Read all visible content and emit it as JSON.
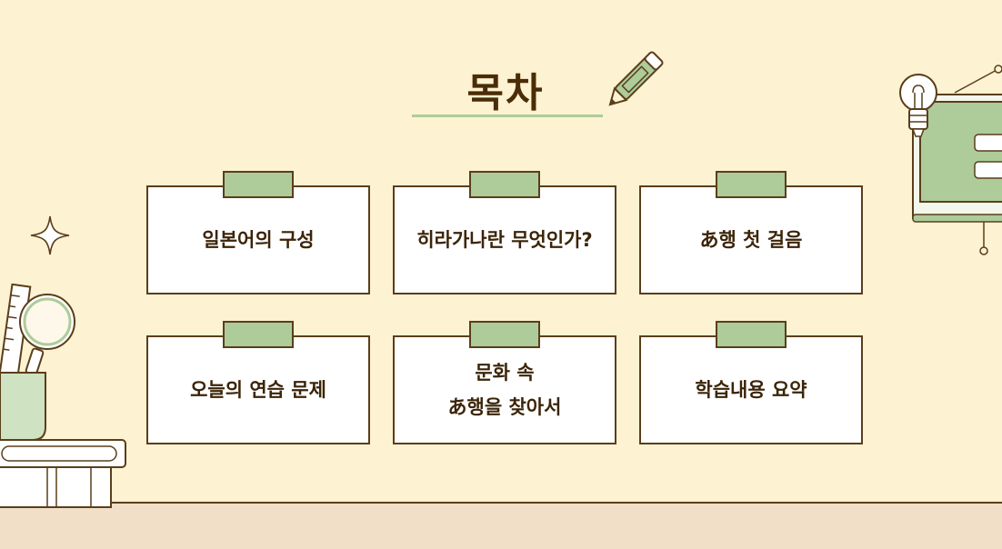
{
  "slide": {
    "title": "목차"
  },
  "toc": {
    "items": [
      {
        "label": "일본어의 구성"
      },
      {
        "label": "히라가나란 무엇인가?"
      },
      {
        "label": "あ행 첫 걸음"
      },
      {
        "label": "오늘의 연습 문제"
      },
      {
        "label": "문화 속\nあ행을 찾아서"
      },
      {
        "label": "학습내용 요약"
      }
    ]
  },
  "colors": {
    "background": "#fdf2d2",
    "floor": "#f1dfc8",
    "accent_green": "#aecb9a",
    "outline_brown": "#5a3e1b",
    "text_brown": "#3b2408"
  },
  "icons": [
    "pencil-icon",
    "sparkle-icon",
    "magnifier-icon",
    "ruler-icon",
    "lightbulb-icon",
    "presentation-board-icon",
    "books-icon",
    "pencil-cup-icon"
  ]
}
